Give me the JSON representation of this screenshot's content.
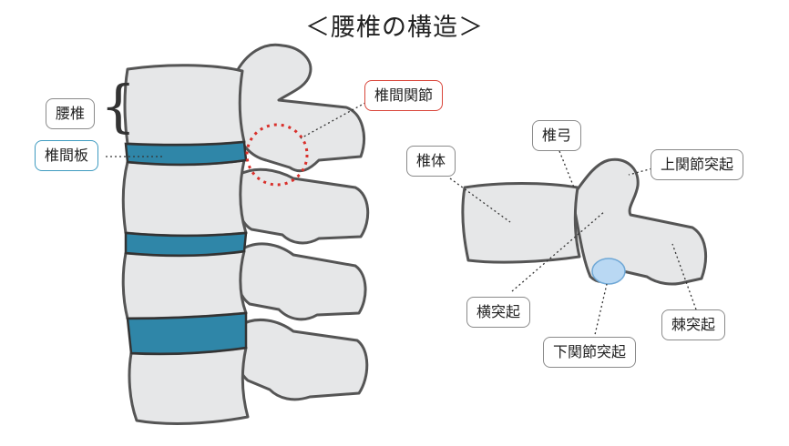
{
  "title": "＜腰椎の構造＞",
  "labels": {
    "lumbar": "腰椎",
    "disc": "椎間板",
    "facet_joint": "椎間関節",
    "body": "椎体",
    "arch": "椎弓",
    "superior_process": "上関節突起",
    "transverse_process": "横突起",
    "inferior_process": "下関節突起",
    "spinous_process": "棘突起"
  },
  "colors": {
    "bone_fill": "#e6e7e8",
    "bone_stroke": "#555555",
    "disc": "#2f86a8",
    "facet_circle": "#d9302b",
    "inferior_highlight": "#b9d8f3"
  }
}
